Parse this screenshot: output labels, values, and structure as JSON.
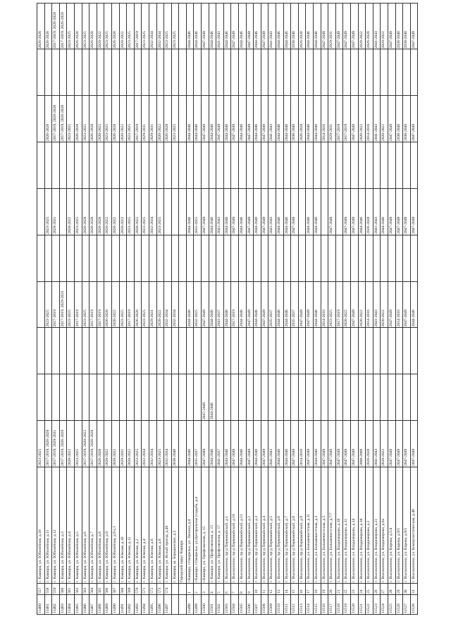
{
  "table": {
    "rows": [
      {
        "id": "11480",
        "no": "557",
        "addr": "г. Кашира, ул. Юбилейная, д.10",
        "p": [
          "2023-2025",
          "",
          "",
          "",
          "",
          "",
          "",
          "",
          "",
          "2026-2028"
        ]
      },
      {
        "id": "11481",
        "no": "558",
        "addr": "г. Кашира, ул. Юбилейная, д.11",
        "p": [
          "2017-2019, 2026-2028",
          "",
          "",
          "2023-2025",
          "",
          "2023-2025",
          "",
          "2026-2028",
          "",
          "2026-2028"
        ]
      },
      {
        "id": "11482",
        "no": "559",
        "addr": "г. Кашира, ул. Юбилейная, д.12",
        "p": [
          "2017-2019, 2029-2031",
          "",
          "",
          "2017-2019",
          "",
          "2029-2031",
          "",
          "2017-2019, 2026-2028",
          "",
          "2017-2019, 2026-2028"
        ]
      },
      {
        "id": "11483",
        "no": "560",
        "addr": "г. Кашира, ул. Юбилейная, д.3",
        "p": [
          "2017-2019, 2026-2028",
          "",
          "",
          "2017-2019, 2029-2031",
          "",
          "",
          "",
          "2017-2019, 2026-2028",
          "",
          "2017-2019, 2026-2028"
        ]
      },
      {
        "id": "11484",
        "no": "561",
        "addr": "г. Кашира, ул. Юбилейная, д.4",
        "p": [
          "2020-2022",
          "",
          "",
          "2023-2025",
          "",
          "2020-2022",
          "",
          "2023-2025",
          "",
          "2023-2025"
        ]
      },
      {
        "id": "11485",
        "no": "562",
        "addr": "г. Кашира, ул. Юбилейная, д.5",
        "p": [
          "2023-2025",
          "",
          "",
          "2017-2019",
          "",
          "2023-2025",
          "",
          "2026-2028",
          "",
          "2026-2028"
        ]
      },
      {
        "id": "11486",
        "no": "563",
        "addr": "г. Кашира, ул. Юбилейная, д.6",
        "p": [
          "2017-2019, 2020-2022",
          "",
          "",
          "2023-2025",
          "",
          "2026-2028",
          "",
          "2023-2025",
          "",
          "2023-2025"
        ]
      },
      {
        "id": "11487",
        "no": "564",
        "addr": "г. Кашира, ул. Юбилейная, д.7",
        "p": [
          "2017-2019, 2026-2028",
          "",
          "",
          "2017-2019",
          "",
          "2026-2028",
          "",
          "2026-2028",
          "",
          "2026-2028"
        ]
      },
      {
        "id": "11488",
        "no": "565",
        "addr": "г. Кашира, ул. Юбилейная, д.8",
        "p": [
          "2026-2028",
          "",
          "",
          "2017-2019",
          "",
          "2026-2028",
          "",
          "2020-2022",
          "",
          "2020-2022"
        ]
      },
      {
        "id": "11489",
        "no": "566",
        "addr": "г. Кашира, ул. Юбилейная, д.9",
        "p": [
          "2020-2022",
          "",
          "",
          "2026-2028",
          "",
          "2020-2022",
          "",
          "2023-2025",
          "",
          "2023-2025"
        ]
      },
      {
        "id": "11490",
        "no": "567",
        "addr": "г. Кашира, ул. Юбилейная, д.9 к.1",
        "p": [
          "2020-2022",
          "",
          "",
          "2020-2022",
          "",
          "2020-2022",
          "",
          "2026-2028",
          "",
          "2026-2028"
        ]
      },
      {
        "id": "11491",
        "no": "568",
        "addr": "г. Кашира, ул. Южная, д.10",
        "p": [
          "2029-2031",
          "",
          "",
          "2023-2025",
          "",
          "2020-2022",
          "",
          "2020-2022",
          "",
          "2020-2022"
        ]
      },
      {
        "id": "11492",
        "no": "569",
        "addr": "г. Кашира, ул. Южная, д.12",
        "p": [
          "2020-2022",
          "",
          "",
          "2017-2019",
          "",
          "2023-2025",
          "",
          "2023-2025",
          "",
          "2023-2025"
        ]
      },
      {
        "id": "11493",
        "no": "570",
        "addr": "г. Кашира, ул. Южная, д.2",
        "p": [
          "2023-2025",
          "",
          "",
          "2026-2028",
          "",
          "2020-2022",
          "",
          "2017-2019",
          "",
          "2017-2019"
        ]
      },
      {
        "id": "11494",
        "no": "571",
        "addr": "г. Кашира, ул. Южная, д.4",
        "p": [
          "2032-2034",
          "",
          "",
          "2023-2025",
          "",
          "2023-2025",
          "",
          "2029-2031",
          "",
          "2023-2025"
        ]
      },
      {
        "id": "11495",
        "no": "572",
        "addr": "г. Кашира, ул. Южная, д.6",
        "p": [
          "2032-2034",
          "",
          "",
          "2029-2031",
          "",
          "2032-2034",
          "",
          "2029-2031",
          "",
          "2032-2034"
        ]
      },
      {
        "id": "11496",
        "no": "573",
        "addr": "г. Кашира, ул. Южная, д.8",
        "p": [
          "2023-2025",
          "",
          "",
          "2020-2022",
          "",
          "2023-2025",
          "",
          "2020-2022",
          "",
          "2032-2034"
        ]
      },
      {
        "id": "11497",
        "no": "574",
        "addr": "г. Кашира, ул. Ясный проезд, д.40",
        "p": [
          "2032-2034",
          "",
          "",
          "2032-2034",
          "",
          "",
          "",
          "2026-2028",
          "",
          "2023-2025"
        ]
      },
      {
        "id": "",
        "no": "",
        "addr": "г. Кашира, ш. Бородинское, д.2",
        "p": [
          "2038-2040",
          "",
          "",
          "2032-2034",
          "",
          "",
          "",
          "2023-2025",
          "",
          "2023-2025"
        ],
        "sec": false
      },
      {
        "id": "",
        "no": "",
        "addr": "Городской округ Кашира",
        "p": [
          "",
          "",
          "",
          "",
          "",
          "",
          "",
          "",
          "",
          ""
        ],
        "sec": true
      },
      {
        "id": "11498",
        "no": "1",
        "addr": "г.Кашира, г.Ожерелье, ул. Ленина, д.4",
        "p": [
          "2044-2046",
          "",
          "",
          "2044-2046",
          "",
          "2044-2046",
          "",
          "2044-2046",
          "",
          "2044-2046"
        ]
      },
      {
        "id": "11499",
        "no": "2",
        "addr": "г.Кашира, г.Ожерелье, ул.Центральная усадьба, д.4",
        "p": [
          "2035-2037",
          "",
          "",
          "2032-2025",
          "",
          "2032-2025",
          "",
          "2044-2046",
          "",
          "2044-2046"
        ]
      },
      {
        "id": "11500",
        "no": "3",
        "addr": "г.Кашира, ул. Профсоюзная, д. 15",
        "p": [
          "2047-2049",
          "2047-2049",
          "",
          "2047-2049",
          "",
          "2047-2049",
          "",
          "2047-2049",
          "",
          "2047-2049"
        ]
      },
      {
        "id": "11501",
        "no": "4",
        "addr": "г. Кашира, ул. Профсоюзная, д. 15",
        "p": [
          "2044-2046",
          "2044-2046",
          "",
          "2044-2046",
          "",
          "2044-2046",
          "",
          "2044-2046",
          "",
          "2044-2046"
        ]
      },
      {
        "id": "11502",
        "no": "5",
        "addr": "г. Кашира, ул. Профсоюзная, д. 17",
        "p": [
          "2041-2037",
          "",
          "",
          "2041-2037",
          "",
          "2041-2043",
          "",
          "2047-2049",
          "",
          "2041-2043"
        ]
      },
      {
        "id": "11503",
        "no": "6",
        "addr": "г. Высокиничи, пр-д Первомайский, д.1",
        "p": [
          "2044-2046",
          "",
          "",
          "2044-2046",
          "",
          "2044-2046",
          "",
          "2044-2046",
          "",
          "2044-2046"
        ]
      },
      {
        "id": "11504",
        "no": "7",
        "addr": "г. Высокиничи, пр-д Первомайский, д.10",
        "p": [
          "2047-2049",
          "",
          "",
          "2017-2019",
          "",
          "2047-2049",
          "",
          "2047-2049",
          "",
          "2047-2049"
        ]
      },
      {
        "id": "11505",
        "no": "8",
        "addr": "г. Высокиничи, пр-д Первомайский, д.11",
        "p": [
          "2044-2046",
          "",
          "",
          "2044-2046",
          "",
          "2044-2046",
          "",
          "2044-2046",
          "",
          "2044-2046"
        ]
      },
      {
        "id": "11506",
        "no": "9",
        "addr": "г. Высокиничи, пр-д Первомайский, д.2",
        "p": [
          "2047-2049",
          "",
          "",
          "2047-2049",
          "",
          "2047-2049",
          "",
          "2047-2049",
          "",
          "2047-2049"
        ]
      },
      {
        "id": "11507",
        "no": "10",
        "addr": "г. Высокиничи, пр-д Первомайский, д.3",
        "p": [
          "2044-2046",
          "",
          "",
          "2044-2046",
          "",
          "2044-2046",
          "",
          "2044-2046",
          "",
          "2044-2046"
        ]
      },
      {
        "id": "11508",
        "no": "11",
        "addr": "г. Высокиничи, пр-д Первомайский, д.4",
        "p": [
          "2047-2049",
          "",
          "",
          "2047-2049",
          "",
          "2047-2049",
          "",
          "2047-2049",
          "",
          "2047-2049"
        ]
      },
      {
        "id": "11509",
        "no": "12",
        "addr": "г. Высокиничи, пр-д Первомайский, д.5",
        "p": [
          "2041-2043",
          "",
          "",
          "2035-2037",
          "",
          "2041-2043",
          "",
          "2041-2043",
          "",
          "2041-2043"
        ]
      },
      {
        "id": "11510",
        "no": "13",
        "addr": "г. Высокиничи, пр-д Первомайский, д.6",
        "p": [
          "2044-2046",
          "",
          "",
          "2044-2046",
          "",
          "2044-2046",
          "",
          "2044-2046",
          "",
          "2044-2046"
        ]
      },
      {
        "id": "11511",
        "no": "14",
        "addr": "г. Высокиничи, пр-д Первомайский, д.7",
        "p": [
          "2044-2046",
          "",
          "",
          "2044-2046",
          "",
          "2044-2046",
          "",
          "2044-2046",
          "",
          "2044-2046"
        ]
      },
      {
        "id": "11512",
        "no": "15",
        "addr": "г. Высокиничи, пр-д Первомайский, д.8",
        "p": [
          "2047-2049",
          "",
          "",
          "2035-2037",
          "",
          "2047-2049",
          "",
          "2038-2040",
          "",
          "2038-2040"
        ]
      },
      {
        "id": "11513",
        "no": "16",
        "addr": "г. Высокиничи, пр-д Первомайский, д.9",
        "p": [
          "2014-2016",
          "",
          "",
          "2047-2049",
          "",
          "",
          "",
          "2026-2028",
          "",
          "2026-2028"
        ]
      },
      {
        "id": "11514",
        "no": "17",
        "addr": "г. Высокиничи, ул. Большевистская, д.11",
        "p": [
          "2047-2049",
          "",
          "",
          "2047-2049",
          "",
          "2044-2046",
          "",
          "2044-2046",
          "",
          "2044-2046"
        ]
      },
      {
        "id": "11515",
        "no": "18",
        "addr": "г. Высокиничи, ул. Большевистская, д.3",
        "p": [
          "2044-2046",
          "",
          "",
          "2044-2046",
          "",
          "2044-2046",
          "",
          "2044-2046",
          "",
          "2044-2046"
        ]
      },
      {
        "id": "11516",
        "no": "19",
        "addr": "г. Высокиничи, ул. Большевистская, д.5",
        "p": [
          "2047-2049",
          "",
          "",
          "2014-2016",
          "",
          "",
          "",
          "2014-2016",
          "",
          "2047-2049"
        ]
      },
      {
        "id": "11517",
        "no": "20",
        "addr": "г. Высокиничи, ул. Большевистская, д.7/7",
        "p": [
          "2047-2049",
          "",
          "",
          "2023-2025",
          "",
          "2047-2049",
          "",
          "2029-2031",
          "",
          "2029-2031"
        ]
      },
      {
        "id": "11518",
        "no": "21",
        "addr": "г. Высокиничи, ул. Владимирова, д.10",
        "p": [
          "2047-2049",
          "",
          "",
          "2017-2019",
          "",
          "",
          "",
          "2017-2019",
          "",
          "2047-2049"
        ]
      },
      {
        "id": "11519",
        "no": "22",
        "addr": "г. Высокиничи, ул. Владимирова, д.11",
        "p": [
          "2047-2049",
          "",
          "",
          "2020-2022",
          "",
          "2047-2049",
          "",
          "2017-2019",
          "",
          "2047-2049"
        ]
      },
      {
        "id": "11520",
        "no": "23",
        "addr": "г. Высокиничи, ул. Владимирова, д.14",
        "p": [
          "2047-2049",
          "",
          "",
          "2047-2049",
          "",
          "2047-2049",
          "",
          "2047-2049",
          "",
          "2047-2049"
        ]
      },
      {
        "id": "11521",
        "no": "24",
        "addr": "г. Высокиничи, ул. Владимирова, д.18",
        "p": [
          "2008-2008",
          "",
          "",
          "2020-2022",
          "",
          "2044-2046",
          "",
          "2020-2022",
          "",
          "2020-2022"
        ]
      },
      {
        "id": "11522",
        "no": "25",
        "addr": "г. Высокиничи, ул. Владимирова, д.2",
        "p": [
          "2026-2028",
          "",
          "",
          "2014-2016",
          "",
          "2026-2028",
          "",
          "2014-2016",
          "",
          "2026-2028"
        ]
      },
      {
        "id": "11523",
        "no": "26",
        "addr": "г. Высокиничи, ул. Владимирова, д.21",
        "p": [
          "2041-2043",
          "",
          "",
          "2041-2043",
          "",
          "2041-2043",
          "",
          "2041-2043",
          "",
          "2041-2043"
        ]
      },
      {
        "id": "11524",
        "no": "27",
        "addr": "г. Высокиничи, ул. Владимирова, д.6а",
        "p": [
          "2020-2022",
          "",
          "",
          "2020-2022",
          "",
          "2044-2046",
          "",
          "2020-2022",
          "",
          "2020-2022"
        ]
      },
      {
        "id": "11525",
        "no": "28",
        "addr": "г. Высокиничи, ул. Кирова, д.5/4",
        "p": [
          "2047-2049",
          "",
          "",
          "2047-2049",
          "",
          "2047-2049",
          "",
          "2047-2049",
          "",
          "2047-2049"
        ]
      },
      {
        "id": "11526",
        "no": "29",
        "addr": "г. Высокиничи, ул. Кирова, д.9/1",
        "p": [
          "2047-2049",
          "",
          "",
          "2014-2016",
          "",
          "2047-2049",
          "",
          "2038-2040",
          "",
          "2038-2040"
        ]
      },
      {
        "id": "11527",
        "no": "30",
        "addr": "г. Высокиничи, ул. Кирова, д.9/5",
        "p": [
          "2047-2049",
          "",
          "",
          "2047-2049",
          "",
          "2047-2049",
          "",
          "2038-2040",
          "",
          "2038-2040"
        ]
      },
      {
        "id": "11528",
        "no": "31",
        "addr": "г. Высокиничи, ул. Коммунистическая, д.48",
        "p": [
          "2047-2049",
          "",
          "",
          "2044-2046",
          "",
          "2047-2049",
          "",
          "2047-2049",
          "",
          "2047-2049"
        ]
      }
    ]
  }
}
